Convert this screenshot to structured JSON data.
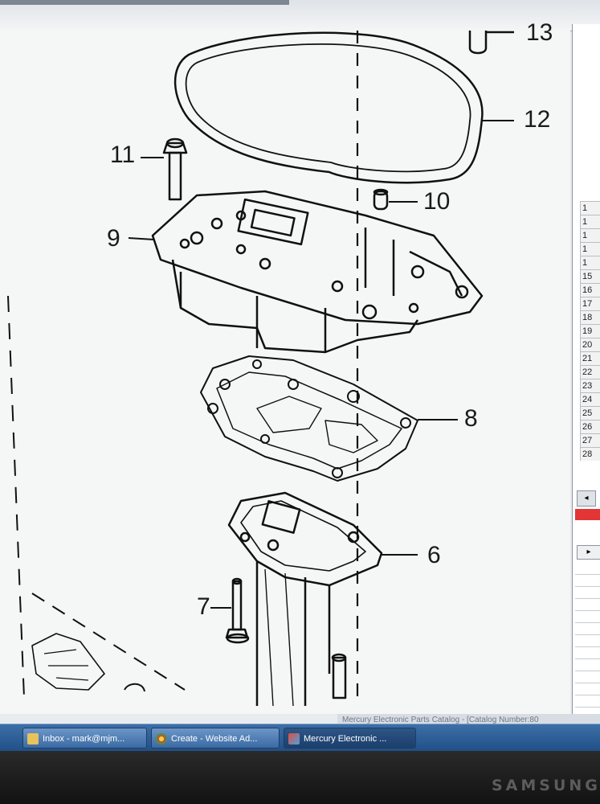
{
  "diagram": {
    "callouts": [
      {
        "id": "13",
        "label": "13"
      },
      {
        "id": "12",
        "label": "12"
      },
      {
        "id": "11",
        "label": "11"
      },
      {
        "id": "10",
        "label": "10"
      },
      {
        "id": "9",
        "label": "9"
      },
      {
        "id": "8",
        "label": "8"
      },
      {
        "id": "6",
        "label": "6"
      },
      {
        "id": "7",
        "label": "7"
      }
    ]
  },
  "spreadsheet": {
    "row_numbers": [
      "1",
      "1",
      "1",
      "1",
      "1",
      "15",
      "16",
      "17",
      "18",
      "19",
      "20",
      "21",
      "22",
      "23",
      "24",
      "25",
      "26",
      "27",
      "28"
    ],
    "scroll_left_label": "◂",
    "scroll_right_label": "▸"
  },
  "status_text": "Mercury Electronic Parts Catalog - [Catalog Number:80",
  "taskbar": {
    "items": [
      {
        "label": "Inbox - mark@mjm...",
        "icon": "envelope-icon",
        "active": false
      },
      {
        "label": "Create - Website Ad...",
        "icon": "browser-icon",
        "active": false
      },
      {
        "label": "Mercury Electronic ...",
        "icon": "catalog-app-icon",
        "active": true
      }
    ]
  },
  "monitor_brand": "SAMSUNG",
  "colors": {
    "taskbar": "#1f4f86",
    "accent_red": "#e23636",
    "line_art": "#111111"
  }
}
